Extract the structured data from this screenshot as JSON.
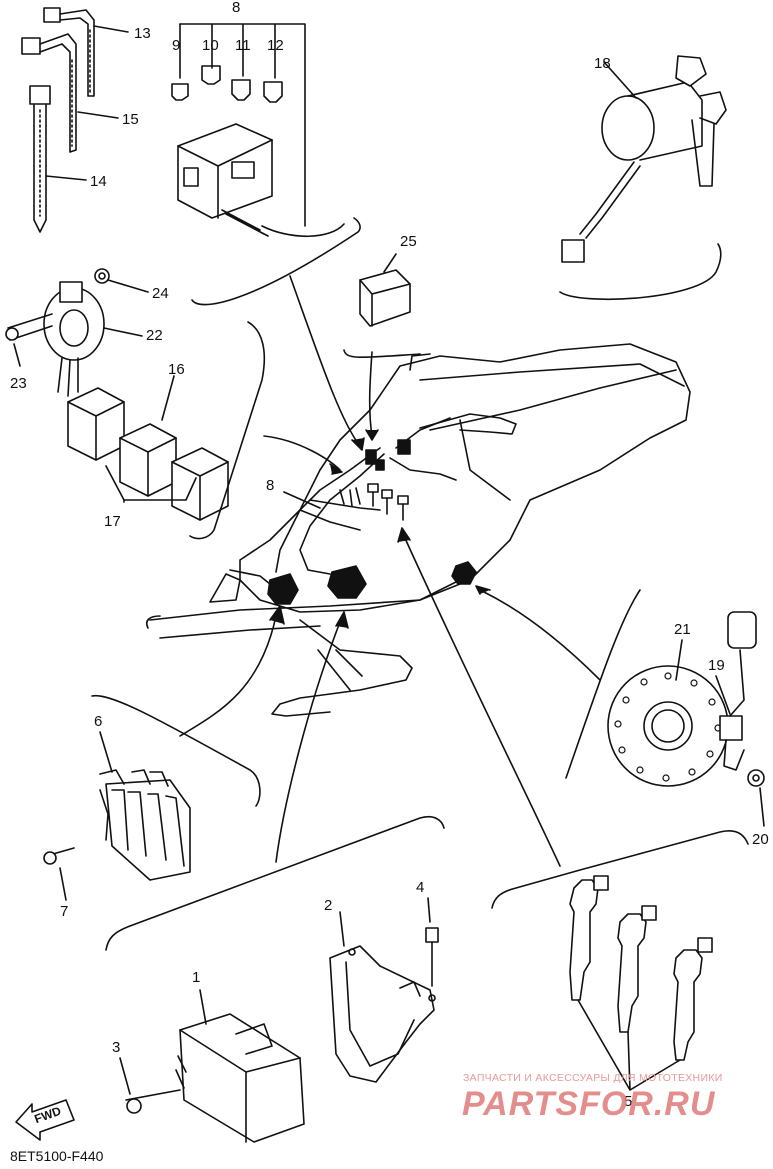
{
  "diagram": {
    "code": "8ET5100-F440",
    "fwd_label": "FWD",
    "watermark": {
      "line1": "ЗАПЧАСТИ И АКСЕССУАРЫ ДЛЯ МОТОТЕХНИКИ",
      "line2": "PARTSFOR.RU"
    },
    "callouts": {
      "c1": "1",
      "c2": "2",
      "c3": "3",
      "c4": "4",
      "c5": "5",
      "c6": "6",
      "c7": "7",
      "c8top": "8",
      "c8mid": "8",
      "c9": "9",
      "c10": "10",
      "c11": "11",
      "c12": "12",
      "c13": "13",
      "c14": "14",
      "c15": "15",
      "c16": "16",
      "c17": "17",
      "c18": "18",
      "c19": "19",
      "c20": "20",
      "c21": "21",
      "c22": "22",
      "c23": "23",
      "c24": "24",
      "c25": "25"
    }
  }
}
